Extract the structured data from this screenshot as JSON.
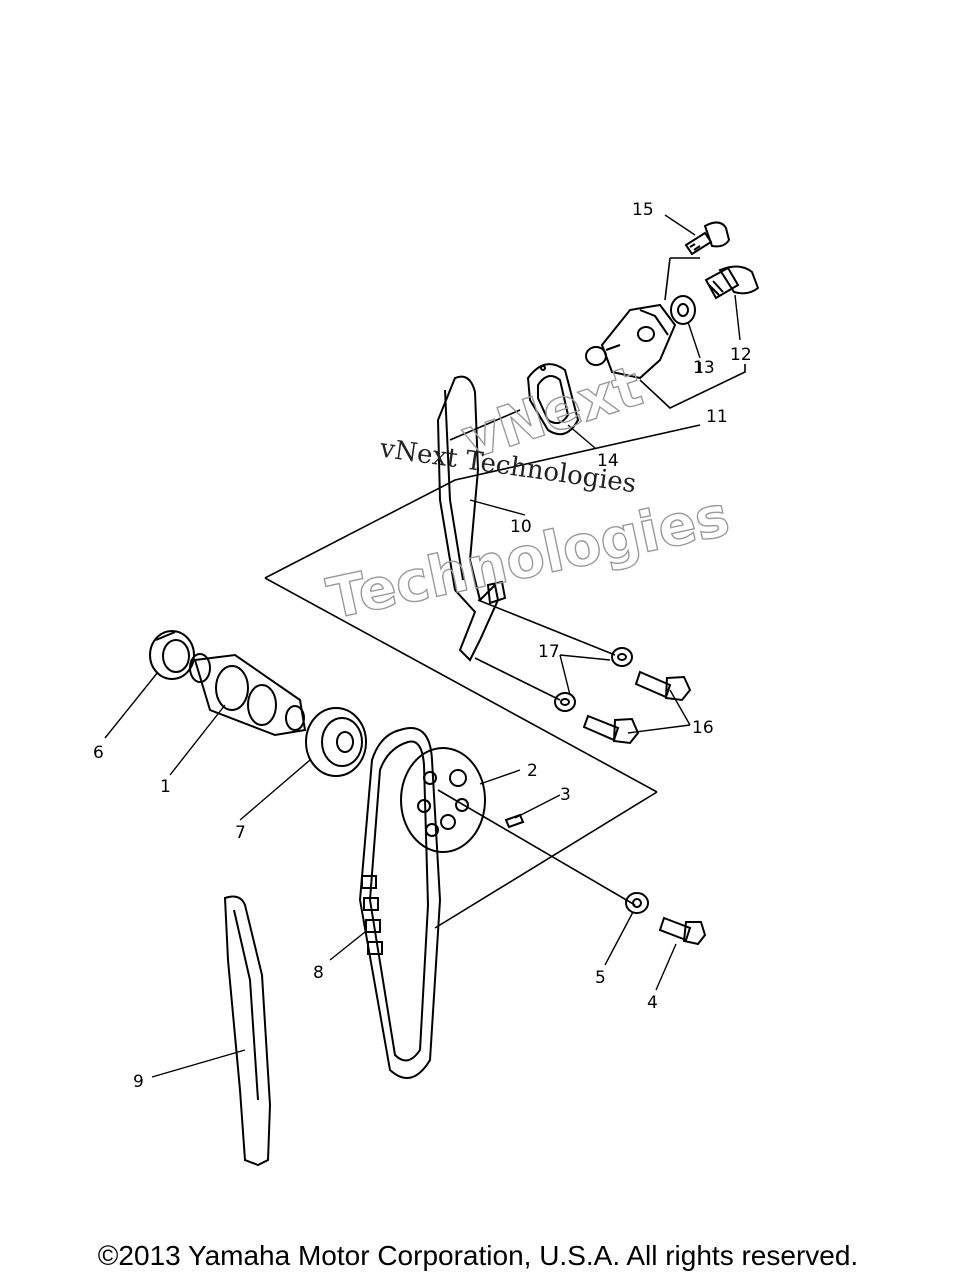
{
  "callouts": [
    "1",
    "2",
    "3",
    "4",
    "5",
    "6",
    "7",
    "8",
    "9",
    "10",
    "11",
    "12",
    "13",
    "14",
    "15",
    "16",
    "17"
  ],
  "watermark": {
    "line1": "vNext",
    "line2": "Technologies",
    "serif": "vNext Technologies"
  },
  "footer": {
    "copyright": "©2013 Yamaha Motor Corporation, U.S.A. All rights reserved."
  },
  "colors": {
    "ink": "#000000",
    "watermark": "#9a9a9a",
    "background": "#ffffff"
  }
}
